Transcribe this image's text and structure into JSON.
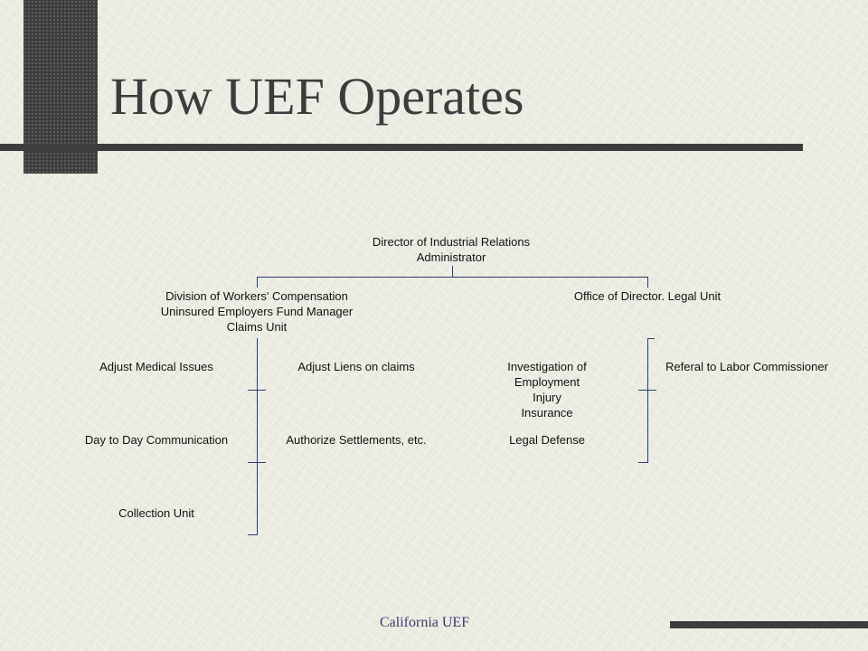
{
  "slide": {
    "title": "How UEF Operates",
    "footer": "California UEF"
  },
  "org_chart": {
    "root": {
      "lines": [
        "Director of Industrial Relations",
        "Administrator"
      ]
    },
    "left_branch": {
      "lines": [
        "Division of Workers' Compensation",
        "Uninsured Employers Fund Manager",
        "Claims Unit"
      ],
      "left_items": [
        "Adjust Medical Issues",
        "Day to Day Communication",
        "Collection Unit"
      ],
      "right_items": [
        "Adjust Liens on claims",
        "Authorize Settlements, etc."
      ]
    },
    "right_branch": {
      "lines": [
        "Office of Director. Legal Unit"
      ],
      "left_items": [
        {
          "lines": [
            "Investigation of",
            "Employment",
            "Injury",
            "Insurance"
          ]
        },
        {
          "lines": [
            "Legal Defense"
          ]
        }
      ],
      "right_items": [
        "Referal to Labor Commissioner"
      ]
    }
  }
}
